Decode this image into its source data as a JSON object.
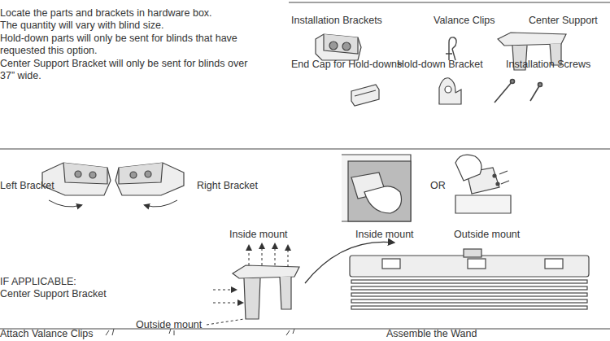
{
  "diagram": {
    "labels": [
      "Locate the parts and brackets in hardware box.",
      "The quantity will vary with blind size.",
      "Hold-down parts will only be sent for blinds that have requested this option.",
      "Center Support Bracket will only be sent for blinds over 37” wide.",
      "Installation Brackets",
      "Valance Clips",
      "Center Support",
      "End Cap for Hold-downs",
      "Hold-down Bracket",
      "Installation Screws",
      "Left Bracket",
      "Right Bracket",
      "OR",
      "Inside mount",
      "Inside mount",
      "Outside mount",
      "IF APPLICABLE:",
      "Center Support Bracket",
      "Outside mount",
      "Attach Valance Clips",
      "Assemble the Wand"
    ]
  }
}
